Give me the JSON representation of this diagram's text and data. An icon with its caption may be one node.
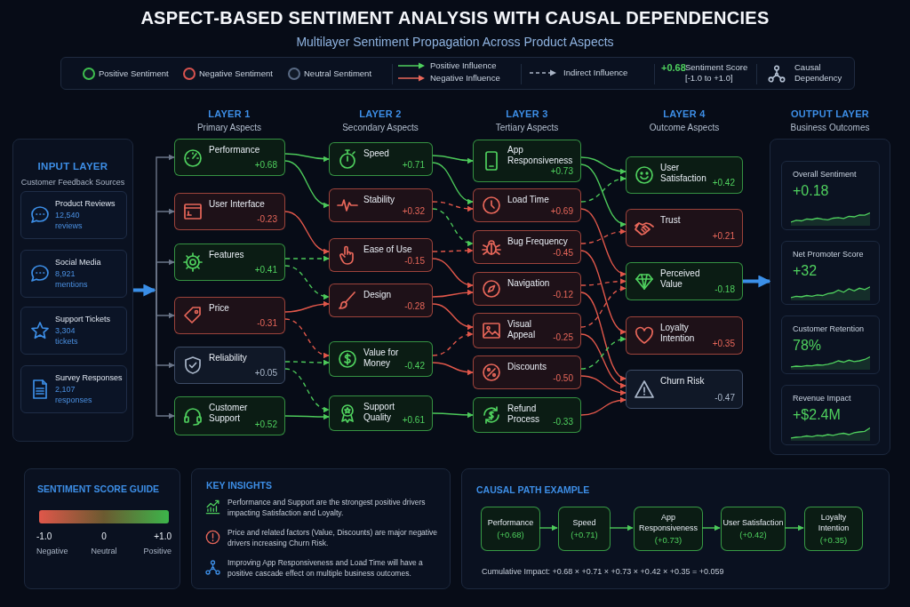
{
  "diagram": {
    "title": "ASPECT-BASED SENTIMENT ANALYSIS WITH CAUSAL DEPENDENCIES",
    "nodes": [
      {
        "text": [
          "INPUT LAYER",
          "Customer Feedback Sources"
        ]
      },
      {
        "text": [
          "Product Reviews",
          "12,540 reviews"
        ],
        "in": 0
      },
      {
        "text": [
          "Social Media",
          "8,921 mentions"
        ],
        "in": 0
      },
      {
        "text": [
          "Support Tickets",
          "3,304 tickets"
        ],
        "in": 0
      },
      {
        "text": [
          "Survey Responses",
          "2,107 responses"
        ],
        "in": 0
      },
      {
        "text": [
          "Performance",
          "+0.68"
        ]
      },
      {
        "text": [
          "User Interface",
          "-0.23"
        ]
      },
      {
        "text": [
          "Features",
          "+0.41"
        ]
      },
      {
        "text": [
          "Price",
          "-0.31"
        ]
      },
      {
        "text": [
          "Reliability",
          "+0.05"
        ]
      },
      {
        "text": [
          "Customer Support",
          "+0.52"
        ]
      },
      {
        "text": [
          "Speed",
          "+0.71"
        ]
      },
      {
        "text": [
          "Stability",
          "+0.32"
        ]
      },
      {
        "text": [
          "Ease of Use",
          "-0.15"
        ]
      },
      {
        "text": [
          "Design",
          "-0.28"
        ]
      },
      {
        "text": [
          "Value for Money",
          "-0.42"
        ]
      },
      {
        "text": [
          "Support Quality",
          "+0.61"
        ]
      },
      {
        "text": [
          "App Responsiveness",
          "+0.73"
        ]
      },
      {
        "text": [
          "Load Time",
          "+0.69"
        ]
      },
      {
        "text": [
          "Bug Frequency",
          "-0.45"
        ]
      },
      {
        "text": [
          "Navigation",
          "-0.12"
        ]
      },
      {
        "text": [
          "Visual Appeal",
          "-0.25"
        ]
      },
      {
        "text": [
          "Discounts",
          "-0.50"
        ]
      },
      {
        "text": [
          "Refund Process",
          "-0.33"
        ]
      },
      {
        "text": [
          "User Satisfaction",
          "+0.42"
        ]
      },
      {
        "text": [
          "Trust",
          "+0.21"
        ]
      },
      {
        "text": [
          "Perceived Value",
          "-0.18"
        ]
      },
      {
        "text": [
          "Loyalty Intention",
          "+0.35"
        ]
      },
      {
        "text": [
          "Churn Risk",
          "-0.47"
        ]
      },
      {
        "text": [],
        "shape": "box"
      },
      {
        "text": [
          "Overall Sentiment",
          "+0.18"
        ],
        "in": 29
      },
      {
        "text": [
          "Net Promoter Score",
          "+32"
        ],
        "in": 29
      },
      {
        "text": [
          "Customer Retention",
          "78%"
        ],
        "in": 29
      },
      {
        "text": [
          "Revenue Impact",
          "+$2.4M"
        ],
        "in": 29
      },
      {
        "text": [
          "SENTIMENT SCORE GUIDE",
          "-1.0",
          "0",
          "+1.0",
          "Negative",
          "Neutral",
          "Positive"
        ]
      },
      {
        "text": [
          "KEY INSIGHTS",
          "Performance and Support are the strongest positive drivers impacting Satisfaction and Loyalty.",
          "Price and related factors (Value, Discounts) are major negative drivers increasing Churn Risk.",
          "Improving App Responsiveness and Load Time will have a positive cascade effect on multiple business outcomes."
        ]
      },
      {
        "text": [
          "CAUSAL PATH EXAMPLE",
          "Cumulative Impact: +0.68 × +0.71 × +0.73 × +0.42 × +0.35 = +0.059"
        ]
      },
      {
        "text": [
          "Performance",
          "(+0.68)"
        ],
        "in": 36
      },
      {
        "text": [
          "Speed",
          "(+0.71)"
        ],
        "in": 36
      },
      {
        "text": [
          "App Responsiveness",
          "(+0.73)"
        ],
        "in": 36
      },
      {
        "text": [
          "User Satisfaction",
          "(+0.42)"
        ],
        "in": 36
      },
      {
        "text": [
          "Loyalty Intention",
          "(+0.35)"
        ],
        "in": 36
      },
      {
        "text": [],
        "shape": "bar",
        "in": 34
      }
    ],
    "edges": [
      {
        "from": 0,
        "to": 5,
        "arrow": "to",
        "color": "#6b7689"
      },
      {
        "from": 0,
        "to": 6,
        "arrow": "to",
        "color": "#6b7689"
      },
      {
        "from": 0,
        "to": 7,
        "arrow": "to",
        "color": "#6b7689"
      },
      {
        "from": 0,
        "to": 8,
        "arrow": "to",
        "color": "#6b7689"
      },
      {
        "from": 0,
        "to": 9,
        "arrow": "to",
        "color": "#6b7689"
      },
      {
        "from": 0,
        "to": 10,
        "arrow": "to",
        "color": "#6b7689"
      },
      {
        "from": 5,
        "to": 11,
        "arrow": "to",
        "color": "#4cc95a"
      },
      {
        "from": 5,
        "to": 12,
        "arrow": "to",
        "color": "#4cc95a"
      },
      {
        "from": 6,
        "to": 13,
        "arrow": "to",
        "color": "#e0574a"
      },
      {
        "from": 7,
        "to": 13,
        "arrow": "to",
        "style": "dashed",
        "color": "#4cc95a"
      },
      {
        "from": 7,
        "to": 14,
        "arrow": "to",
        "style": "dashed",
        "color": "#4cc95a"
      },
      {
        "from": 8,
        "to": 14,
        "arrow": "to",
        "color": "#e0574a"
      },
      {
        "from": 8,
        "to": 15,
        "arrow": "to",
        "style": "dashed",
        "color": "#e0574a"
      },
      {
        "from": 9,
        "to": 15,
        "arrow": "to",
        "style": "dashed",
        "color": "#4cc95a"
      },
      {
        "from": 9,
        "to": 16,
        "arrow": "to",
        "style": "dashed",
        "color": "#4cc95a"
      },
      {
        "from": 10,
        "to": 16,
        "arrow": "to",
        "color": "#4cc95a"
      },
      {
        "from": 11,
        "to": 17,
        "arrow": "to",
        "color": "#4cc95a"
      },
      {
        "from": 11,
        "to": 18,
        "arrow": "to",
        "color": "#4cc95a"
      },
      {
        "from": 12,
        "to": 18,
        "arrow": "to",
        "style": "dashed",
        "color": "#e0574a"
      },
      {
        "from": 12,
        "to": 19,
        "arrow": "to",
        "style": "dashed",
        "color": "#4cc95a"
      },
      {
        "from": 13,
        "to": 19,
        "arrow": "to",
        "style": "dashed",
        "color": "#e0574a"
      },
      {
        "from": 13,
        "to": 20,
        "arrow": "to",
        "color": "#e0574a"
      },
      {
        "from": 14,
        "to": 20,
        "arrow": "to",
        "color": "#e0574a"
      },
      {
        "from": 14,
        "to": 21,
        "arrow": "to",
        "color": "#e0574a"
      },
      {
        "from": 15,
        "to": 21,
        "arrow": "to",
        "style": "dashed",
        "color": "#e0574a"
      },
      {
        "from": 15,
        "to": 22,
        "arrow": "to",
        "color": "#e0574a"
      },
      {
        "from": 16,
        "to": 23,
        "arrow": "to",
        "color": "#4cc95a"
      },
      {
        "from": 17,
        "to": 24,
        "arrow": "to",
        "color": "#4cc95a"
      },
      {
        "from": 17,
        "to": 25,
        "arrow": "to",
        "color": "#4cc95a"
      },
      {
        "from": 18,
        "to": 24,
        "arrow": "to",
        "style": "dashed",
        "color": "#4cc95a"
      },
      {
        "from": 18,
        "to": 26,
        "arrow": "to",
        "color": "#e0574a"
      },
      {
        "from": 19,
        "to": 25,
        "arrow": "to",
        "style": "dashed",
        "color": "#e0574a"
      },
      {
        "from": 19,
        "to": 27,
        "arrow": "to",
        "color": "#e0574a"
      },
      {
        "from": 20,
        "to": 26,
        "arrow": "to",
        "style": "dashed",
        "color": "#e0574a"
      },
      {
        "from": 20,
        "to": 28,
        "arrow": "to",
        "color": "#e0574a"
      },
      {
        "from": 21,
        "to": 26,
        "arrow": "to",
        "style": "dashed",
        "color": "#e0574a"
      },
      {
        "from": 21,
        "to": 28,
        "arrow": "to",
        "color": "#e0574a"
      },
      {
        "from": 22,
        "to": 27,
        "arrow": "to",
        "style": "dashed",
        "color": "#4cc95a"
      },
      {
        "from": 22,
        "to": 28,
        "arrow": "to",
        "color": "#e0574a"
      },
      {
        "from": 23,
        "to": 28,
        "arrow": "to",
        "color": "#e0574a"
      },
      {
        "from": 26,
        "to": 29,
        "arrow": "to",
        "style": "thick",
        "color": "#3b8fe8"
      },
      {
        "from": 37,
        "to": 38,
        "arrow": "to",
        "color": "#4cc95a"
      },
      {
        "from": 38,
        "to": 39,
        "arrow": "to",
        "color": "#4cc95a"
      },
      {
        "from": 39,
        "to": 40,
        "arrow": "to",
        "color": "#4cc95a"
      },
      {
        "from": 40,
        "to": 41,
        "arrow": "to",
        "color": "#4cc95a"
      }
    ],
    "labels": [
      "Multilayer Sentiment Propagation Across Product Aspects",
      "+0.68",
      "LAYER 1",
      "Primary Aspects",
      "LAYER 2",
      "Secondary Aspects",
      "LAYER 3",
      "Tertiary Aspects",
      "LAYER 4",
      "Outcome Aspects",
      "OUTPUT LAYER",
      "Business Outcomes"
    ],
    "legend": [
      {
        "text": "Positive Sentiment",
        "color": "#3fbf4f"
      },
      {
        "text": "Negative Sentiment",
        "color": "#d9534f"
      },
      {
        "text": "Neutral Sentiment",
        "color": "#5a6b85"
      },
      {
        "text": "Positive Influence"
      },
      {
        "text": "Negative Influence"
      },
      {
        "text": "Indirect Influence"
      },
      {
        "text": "Sentiment Score [-1.0 to +1.0]"
      },
      {
        "text": "Causal Dependency"
      }
    ]
  }
}
